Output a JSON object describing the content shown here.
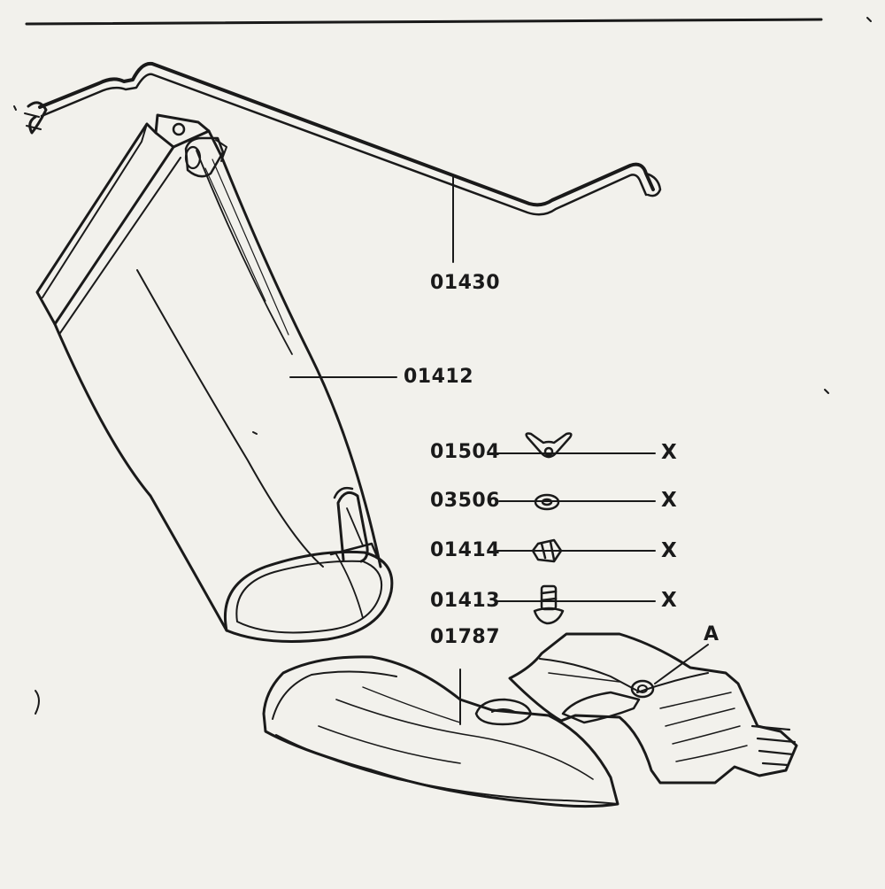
{
  "diagram": {
    "parts": {
      "p01430": "01430",
      "p01412": "01412",
      "p01504": "01504",
      "p03506": "03506",
      "p01414": "01414",
      "p01413": "01413",
      "p01787": "01787"
    },
    "markers": {
      "x": "X",
      "a": "A"
    }
  }
}
